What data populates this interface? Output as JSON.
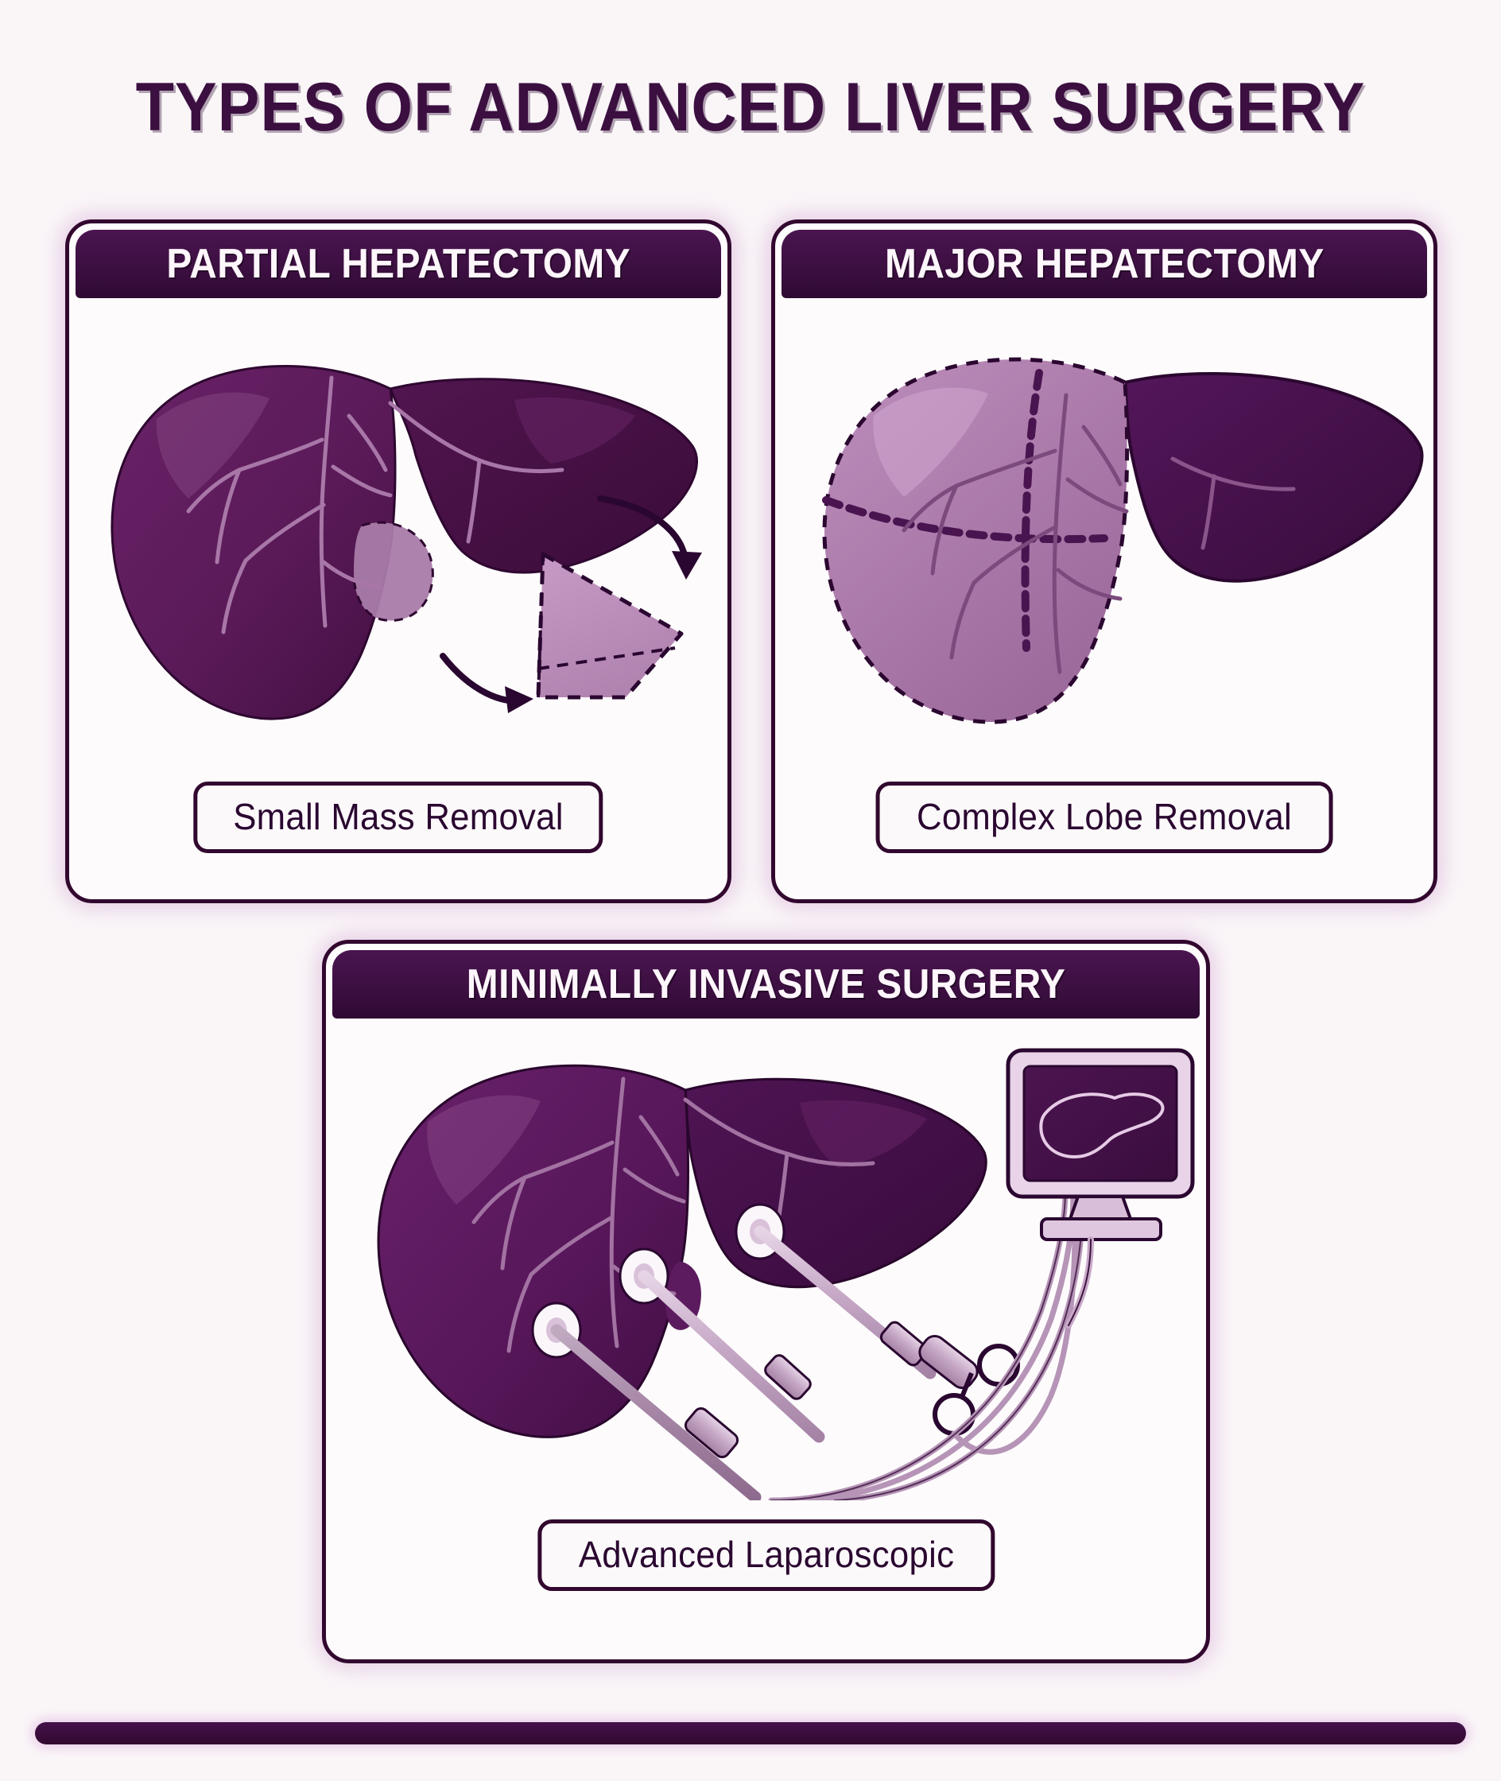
{
  "page": {
    "title": "TYPES OF ADVANCED LIVER SURGERY",
    "background_color": "#faf6f8",
    "accent_color": "#3b0f40",
    "glow_color": "#c88cc8"
  },
  "cards": [
    {
      "id": "partial-hepatectomy",
      "header": "PARTIAL HEPATECTOMY",
      "caption": "Small Mass Removal",
      "illustration": "liver-with-wedge-resection"
    },
    {
      "id": "major-hepatectomy",
      "header": "MAJOR HEPATECTOMY",
      "caption": "Complex Lobe Removal",
      "illustration": "liver-with-dashed-lobe-segments"
    },
    {
      "id": "minimally-invasive-surgery",
      "header": "MINIMALLY INVASIVE SURGERY",
      "caption": "Advanced Laparoscopic",
      "illustration": "liver-with-trocar-ports-and-monitor"
    }
  ],
  "footer": {
    "bar_color": "#3b0f40"
  }
}
